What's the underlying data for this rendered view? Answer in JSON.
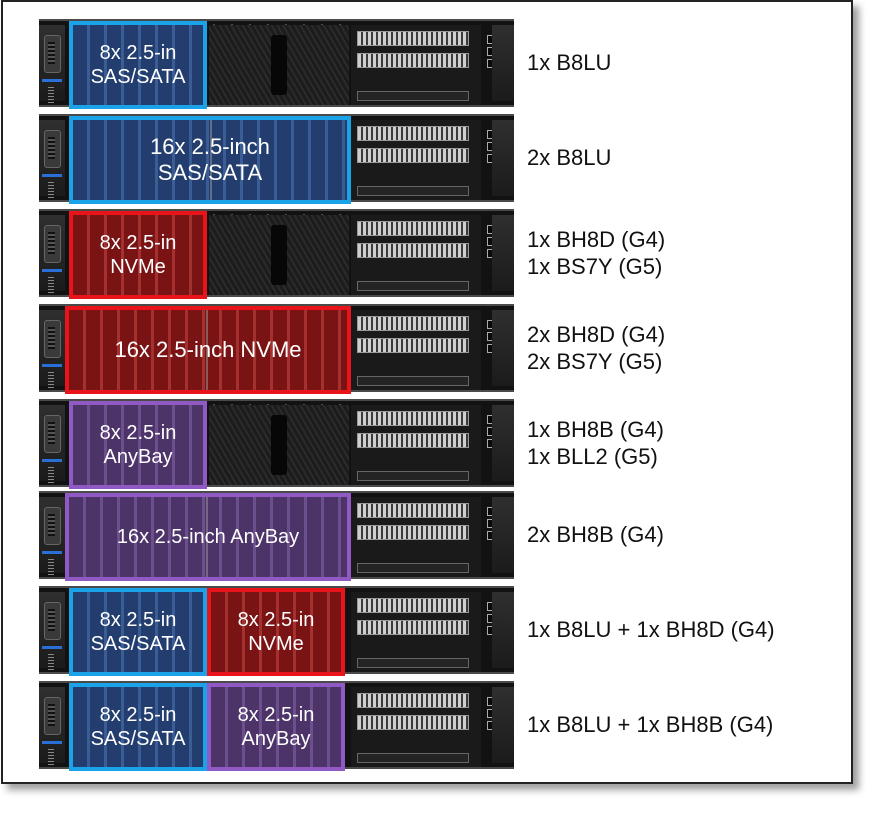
{
  "configs": [
    {
      "drives": "8x 2.5-in SAS/SATA",
      "adapters": [
        "1x B8LU"
      ]
    },
    {
      "drives": "16x 2.5-inch SAS/SATA",
      "adapters": [
        "2x B8LU"
      ]
    },
    {
      "drives": "8x 2.5-in NVMe",
      "adapters": [
        "1x BH8D (G4)",
        "1x BS7Y (G5)"
      ]
    },
    {
      "drives": "16x 2.5-inch NVMe",
      "adapters": [
        "2x BH8D (G4)",
        "2x BS7Y (G5)"
      ]
    },
    {
      "drives": "8x 2.5-in AnyBay",
      "adapters": [
        "1x BH8B (G4)",
        "1x BLL2 (G5)"
      ]
    },
    {
      "drives": "16x 2.5-inch AnyBay",
      "adapters": [
        "2x BH8B (G4)"
      ]
    },
    {
      "drives": [
        "8x 2.5-in SAS/SATA",
        "8x 2.5-in NVMe"
      ],
      "adapters": [
        "1x B8LU + 1x BH8D (G4)"
      ]
    },
    {
      "drives": [
        "8x 2.5-in SAS/SATA",
        "8x 2.5-in AnyBay"
      ],
      "adapters": [
        "1x B8LU + 1x BH8B (G4)"
      ]
    }
  ],
  "text": {
    "r1_bay": "8x 2.5-in\nSAS/SATA",
    "r1_l1": "1x B8LU",
    "r2_bay": "16x 2.5-inch\nSAS/SATA",
    "r2_l1": "2x B8LU",
    "r3_bay": "8x 2.5-in\nNVMe",
    "r3_l1": "1x BH8D (G4)",
    "r3_l2": "1x BS7Y (G5)",
    "r4_bay": "16x 2.5-inch NVMe",
    "r4_l1": "2x BH8D (G4)",
    "r4_l2": "2x BS7Y (G5)",
    "r5_bay": "8x 2.5-in\nAnyBay",
    "r5_l1": "1x BH8B (G4)",
    "r5_l2": "1x BLL2 (G5)",
    "r6_bay": "16x 2.5-inch AnyBay",
    "r6_l1": "2x BH8B (G4)",
    "r7_bay_a": "8x 2.5-in\nSAS/SATA",
    "r7_bay_b": "8x 2.5-in\nNVMe",
    "r7_l1": "1x B8LU + 1x BH8D (G4)",
    "r8_bay_a": "8x 2.5-in\nSAS/SATA",
    "r8_bay_b": "8x 2.5-in\nAnyBay",
    "r8_l1": "1x B8LU + 1x BH8B (G4)"
  },
  "colors": {
    "sas_sata": "#1aa3e8",
    "nvme": "#e8141a",
    "anybay": "#9159c4"
  }
}
